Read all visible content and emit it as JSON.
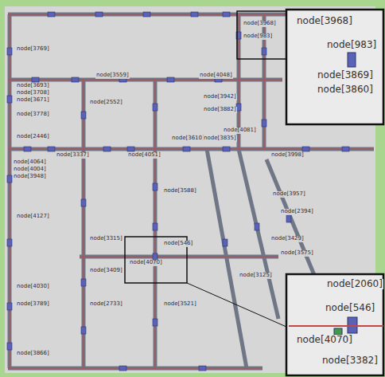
{
  "diagram": {
    "labels": [
      "node[3769]",
      "node[3693]",
      "node[3708]",
      "node[3671]",
      "node[3778]",
      "node[2446]",
      "node[4064]",
      "node[4004]",
      "node[3948]",
      "node[4127]",
      "node[4030]",
      "node[3789]",
      "node[3866]",
      "node[3559]",
      "node[4048]",
      "node[3610]",
      "node[3835]",
      "node[4081]",
      "node[3337]",
      "node[4051]",
      "node[3998]",
      "node[3957]",
      "node[2394]",
      "node[3429]",
      "node[3575]",
      "node[3125]",
      "node[2552]",
      "node[3315]",
      "node[3409]",
      "node[2733]",
      "node[3521]",
      "node[546]",
      "node[4070]",
      "node[3942]",
      "node[3882]",
      "node[3588]",
      "node[983]",
      "node[3968]",
      "node[3968]",
      "node[983]",
      "node[3869]",
      "node[3860]",
      "node[2060]",
      "node[546]",
      "node[4070]",
      "node[3382]"
    ]
  }
}
